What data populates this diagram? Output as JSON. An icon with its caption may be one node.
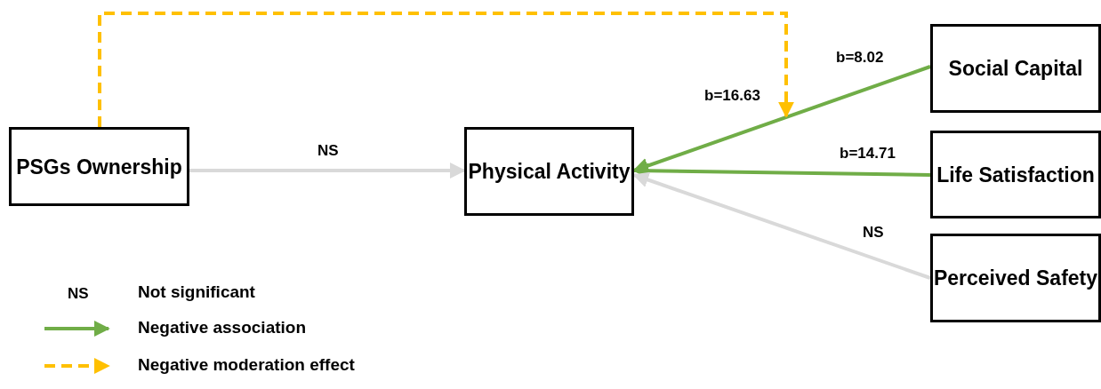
{
  "diagram": {
    "nodes": [
      {
        "text": [
          "PSGs Ownership"
        ]
      },
      {
        "text": [
          "Physical Activity"
        ]
      },
      {
        "text": [
          "Social Capital"
        ]
      },
      {
        "text": [
          "Life Satisfaction"
        ]
      },
      {
        "text": [
          "Perceived Safety"
        ]
      }
    ],
    "edges": [
      {
        "from": 0,
        "to": 1,
        "arrow": "to",
        "label": "NS",
        "color": "#d9d9d9"
      },
      {
        "from": 2,
        "to": 1,
        "arrow": "to",
        "label": "b=8.02",
        "color": "#70ad47"
      },
      {
        "from": 3,
        "to": 1,
        "arrow": "to",
        "label": "b=14.71",
        "color": "#70ad47"
      },
      {
        "from": 4,
        "to": 1,
        "arrow": "to",
        "label": "NS",
        "color": "#d9d9d9"
      },
      {
        "from": 0,
        "to": null,
        "arrow": "to",
        "label": "b=16.63",
        "style": "dashed",
        "color": "#ffc000"
      }
    ],
    "labels": [
      "NS"
    ],
    "legend": [
      {
        "text": "Not significant"
      },
      {
        "text": "Negative association"
      },
      {
        "text": "Negative moderation effect"
      }
    ]
  }
}
